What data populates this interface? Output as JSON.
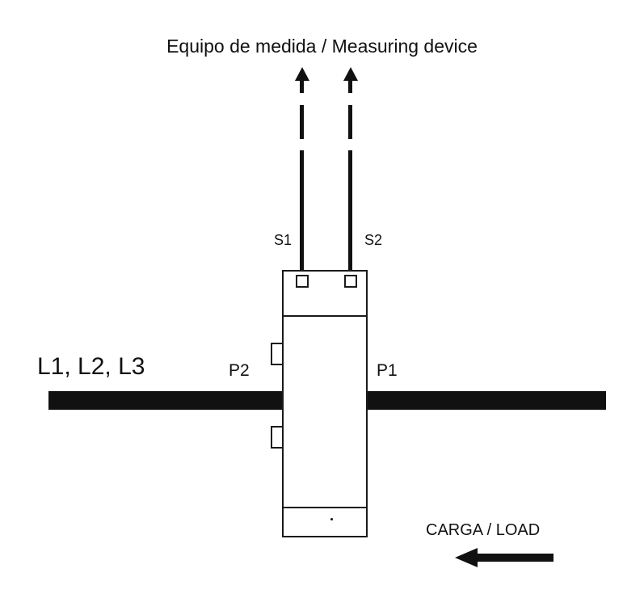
{
  "diagram": {
    "title": "Equipo de medida / Measuring device",
    "secondary_terminals": {
      "s1": "S1",
      "s2": "S2"
    },
    "primary_terminals": {
      "p2": "P2",
      "p1": "P1"
    },
    "lines_label": "L1, L2, L3",
    "load_label": "CARGA / LOAD",
    "icons": {
      "up_arrows": "up-arrow-icon",
      "load_arrow": "left-arrow-icon"
    },
    "colors": {
      "ink": "#111111",
      "background": "#ffffff"
    }
  }
}
